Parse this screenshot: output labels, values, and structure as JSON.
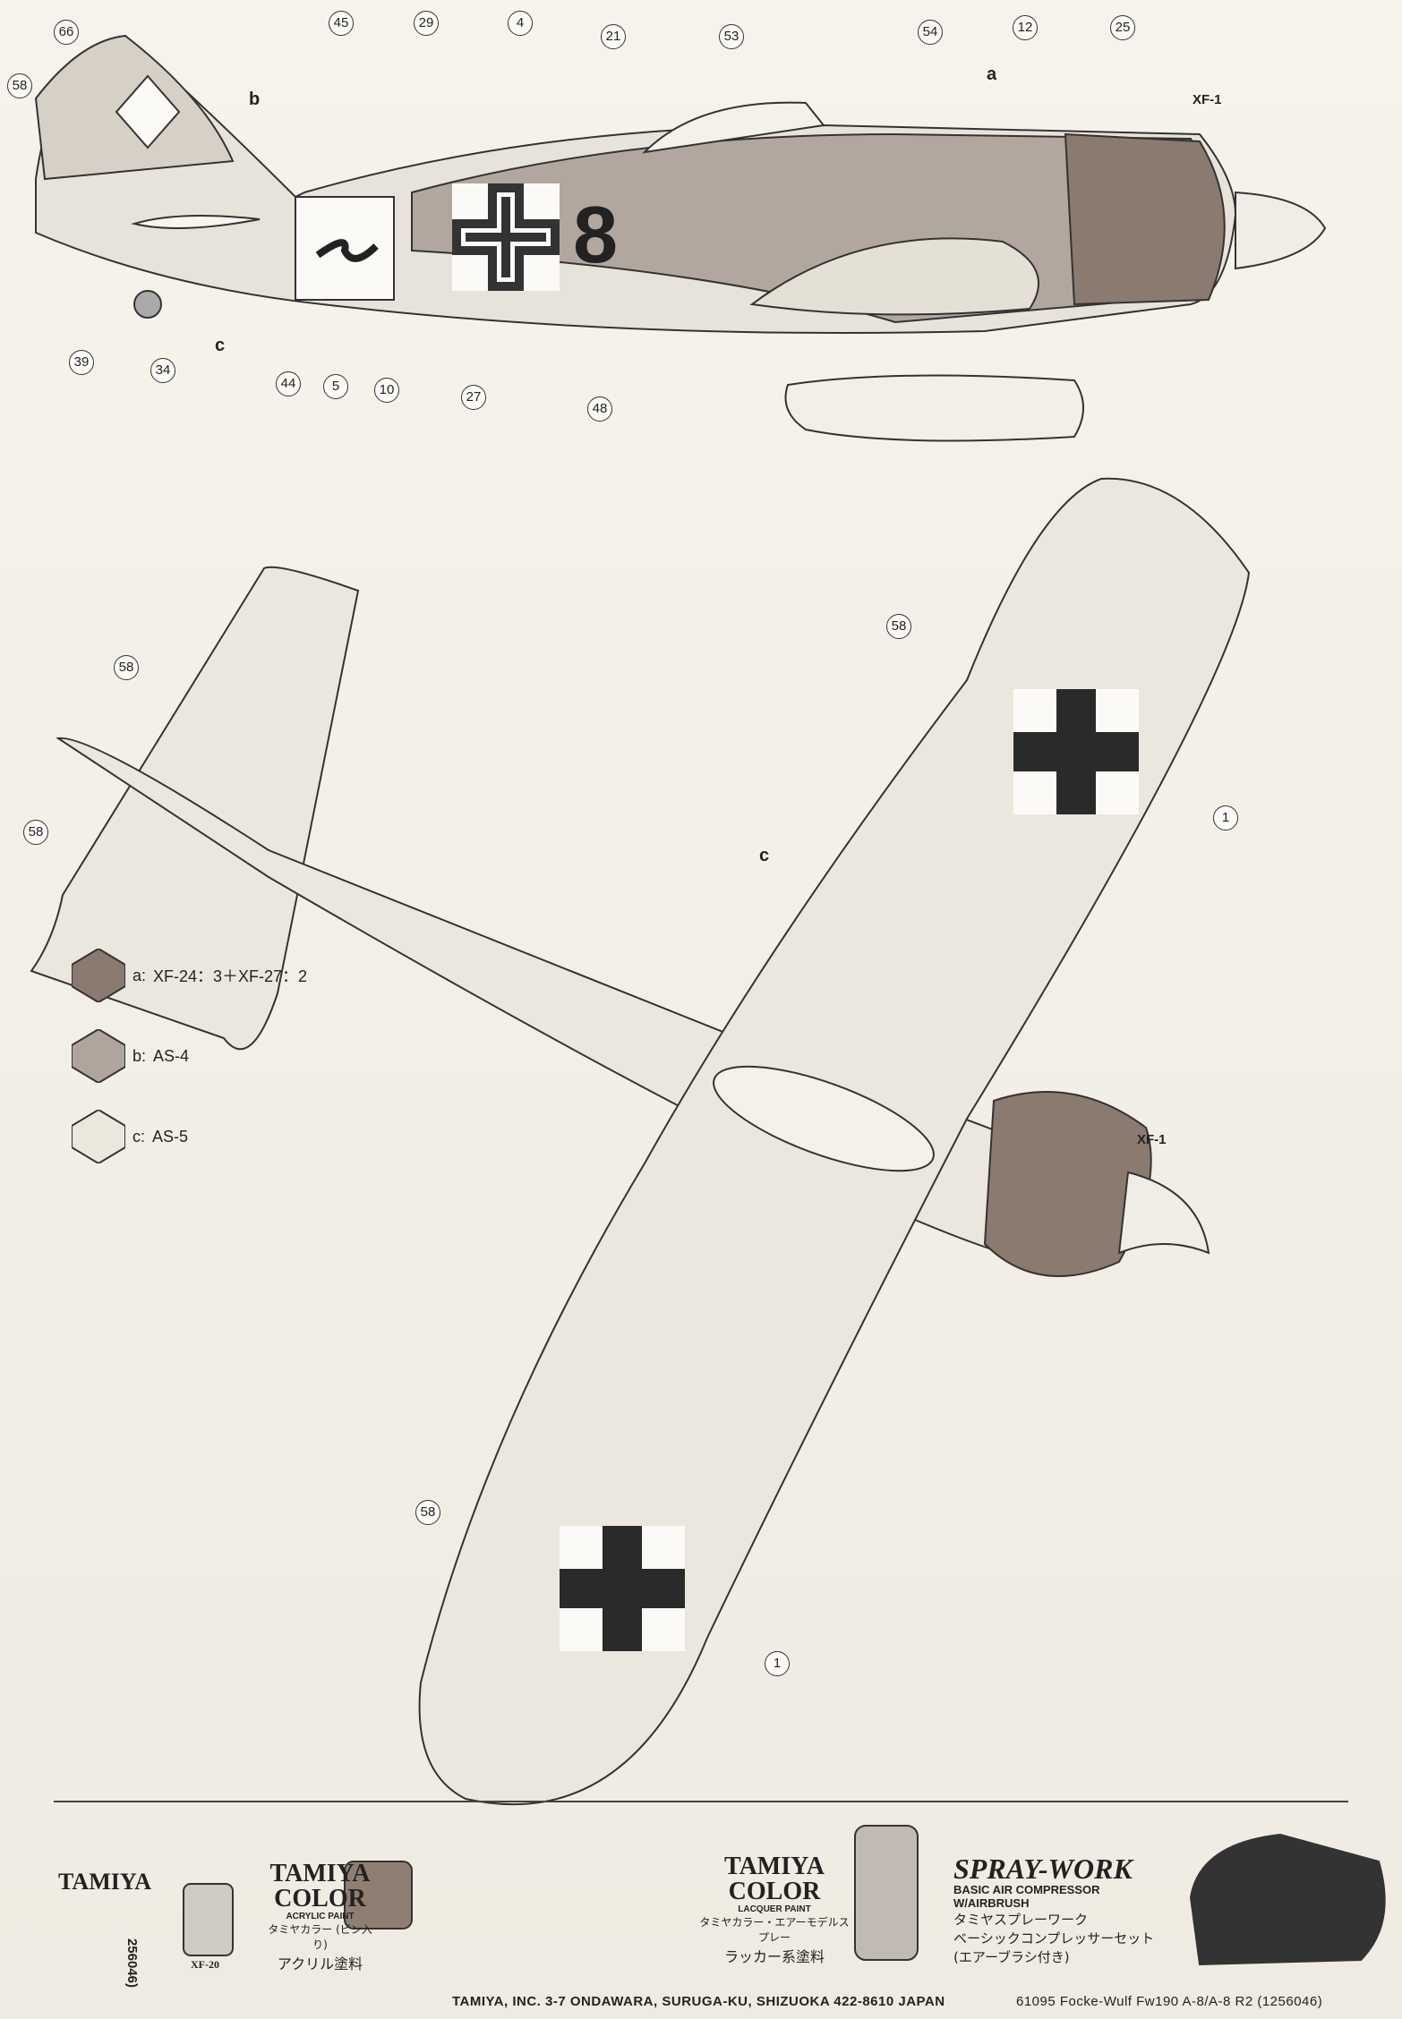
{
  "callouts_side": [
    "58",
    "66",
    "45",
    "29",
    "4",
    "21",
    "53",
    "54",
    "12",
    "25",
    "39",
    "34",
    "44",
    "5",
    "10",
    "27",
    "48"
  ],
  "callouts_plan": [
    "58",
    "58",
    "58",
    "58",
    "1",
    "1"
  ],
  "markers": {
    "a": "a",
    "b": "b",
    "c_side": "c",
    "c_plan": "c",
    "xf1_side": "XF-1",
    "xf1_plan": "XF-1"
  },
  "legend": [
    {
      "letter": "a:",
      "text": "XF-24：3＋XF-27：2",
      "color": "#8a7a70"
    },
    {
      "letter": "b:",
      "text": "AS-4",
      "color": "#b0a59c"
    },
    {
      "letter": "c:",
      "text": "AS-5",
      "color": "#ece7dd"
    }
  ],
  "aircraft_number": "8",
  "brands": {
    "tamiya_left": "TAMIYA",
    "tamiya_color": "TAMIYA",
    "color_word": "COLOR",
    "acrylic": "ACRYLIC PAINT",
    "acrylic_jp": "タミヤカラー (ビン入り)",
    "acrylic_jp2": "アクリル塗料",
    "xf20": "XF-20",
    "lacquer": "LACQUER PAINT",
    "lacquer_jp": "タミヤカラー・エアーモデルスプレー",
    "lacquer_jp2": "ラッカー系塗料",
    "spray_work": "SPRAY-WORK",
    "spray_sub": "BASIC AIR COMPRESSOR",
    "spray_sub2": "W/AIRBRUSH",
    "spray_jp": "タミヤスプレーワーク",
    "spray_jp2": "ベーシックコンプレッサーセット",
    "spray_jp3": "(エアーブラシ付き)"
  },
  "footer": {
    "address": "TAMIYA, INC. 3-7 ONDAWARA, SURUGA-KU, SHIZUOKA 422-8610 JAPAN",
    "code": "61095  Focke-Wulf Fw190 A-8/A-8 R2 (1256046)",
    "side_code": "256046)"
  }
}
